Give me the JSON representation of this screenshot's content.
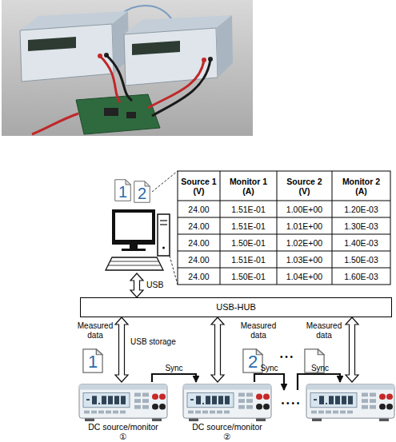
{
  "diagram": {
    "nodes": [
      {
        "text": [
          "1"
        ]
      },
      {
        "text": [
          "2"
        ]
      },
      {
        "text": [
          "USB-HUB"
        ]
      },
      {
        "text": [
          "1"
        ]
      },
      {
        "text": [
          "2"
        ]
      },
      {
        "text": [
          "DC source/monitor",
          "①"
        ]
      },
      {
        "text": [
          "DC source/monitor",
          "②"
        ]
      }
    ],
    "edges": [
      {
        "from": 2,
        "to": 5,
        "arrow": "both"
      },
      {
        "from": 2,
        "to": 6,
        "arrow": "both"
      },
      {
        "from": 5,
        "to": 6,
        "arrow": "to",
        "label": "Sync"
      }
    ],
    "labels": [
      "Source 1 (V)",
      "Monitor 1 (A)",
      "Source 2 (V)",
      "Monitor 2 (A)",
      "24.00",
      "1.51E-01",
      "1.00E+00",
      "1.20E-03",
      "24.00",
      "1.51E-01",
      "1.01E+00",
      "1.30E-03",
      "24.00",
      "1.50E-01",
      "1.02E+00",
      "1.40E-03",
      "24.00",
      "1.51E-01",
      "1.03E+00",
      "1.50E-03",
      "24.00",
      "1.50E-01",
      "1.04E+00",
      "1.60E-03",
      "USB",
      "Measured data",
      "Measured data",
      "Measured data",
      "USB storage",
      "• • •",
      "Sync",
      "Sync",
      "• • • •"
    ]
  }
}
